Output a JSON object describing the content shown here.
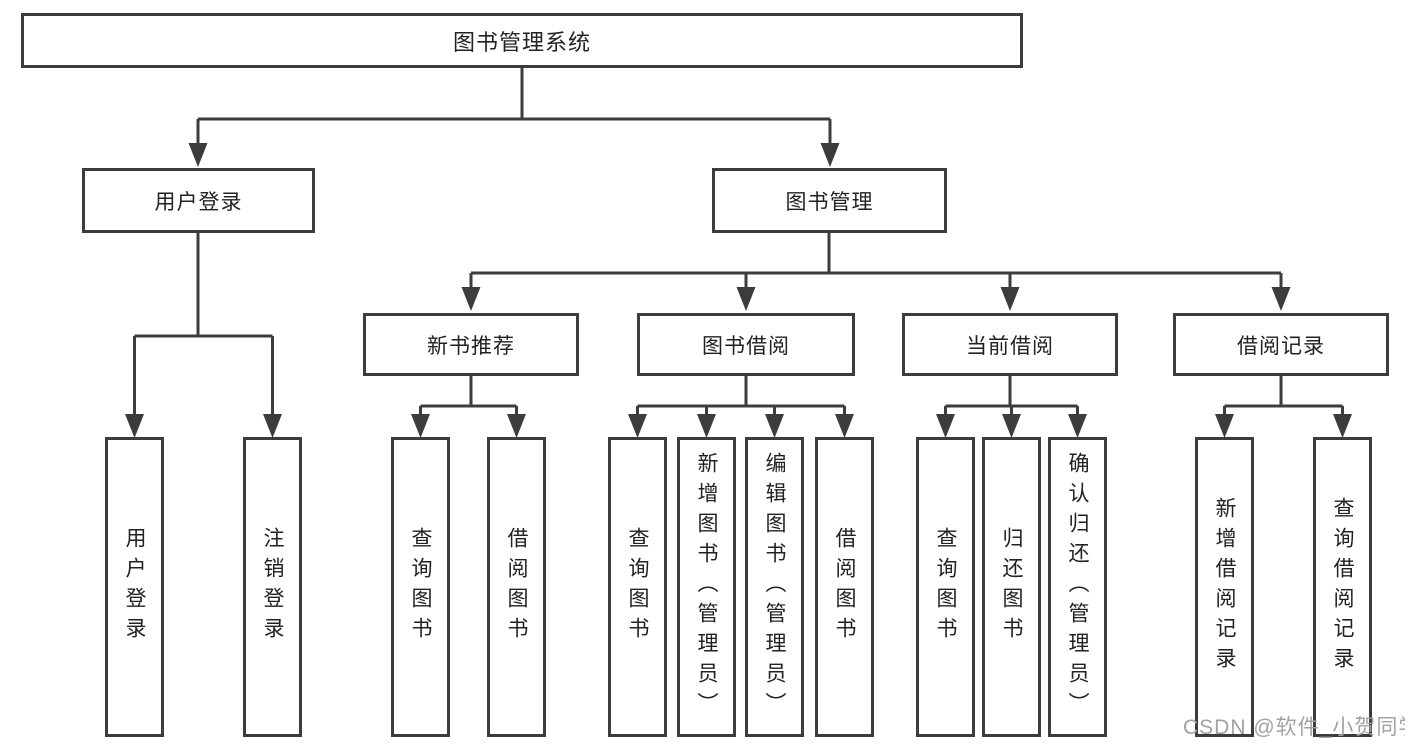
{
  "colors": {
    "line": "#3c3c3c",
    "box_border": "#3c3c3c",
    "text": "#222222",
    "background": "#ffffff",
    "watermark": "#a2a2a2"
  },
  "chart": {
    "root": {
      "label": "图书管理系统"
    },
    "level2": [
      {
        "label": "用户登录"
      },
      {
        "label": "图书管理"
      }
    ],
    "level3": [
      {
        "label": "新书推荐"
      },
      {
        "label": "图书借阅"
      },
      {
        "label": "当前借阅"
      },
      {
        "label": "借阅记录"
      }
    ],
    "leaves": {
      "login": [
        {
          "label": "用户登录"
        },
        {
          "label": "注销登录"
        }
      ],
      "recommend": [
        {
          "label": "查询图书"
        },
        {
          "label": "借阅图书"
        }
      ],
      "borrow": [
        {
          "label": "查询图书"
        },
        {
          "label": "新增图书（管理员）"
        },
        {
          "label": "编辑图书（管理员）"
        },
        {
          "label": "借阅图书"
        }
      ],
      "current": [
        {
          "label": "查询图书"
        },
        {
          "label": "归还图书"
        },
        {
          "label": "确认归还（管理员）"
        }
      ],
      "records": [
        {
          "label": "新增借阅记录"
        },
        {
          "label": "查询借阅记录"
        }
      ]
    }
  },
  "watermark": {
    "text": "CSDN @软件_小贺同学"
  }
}
